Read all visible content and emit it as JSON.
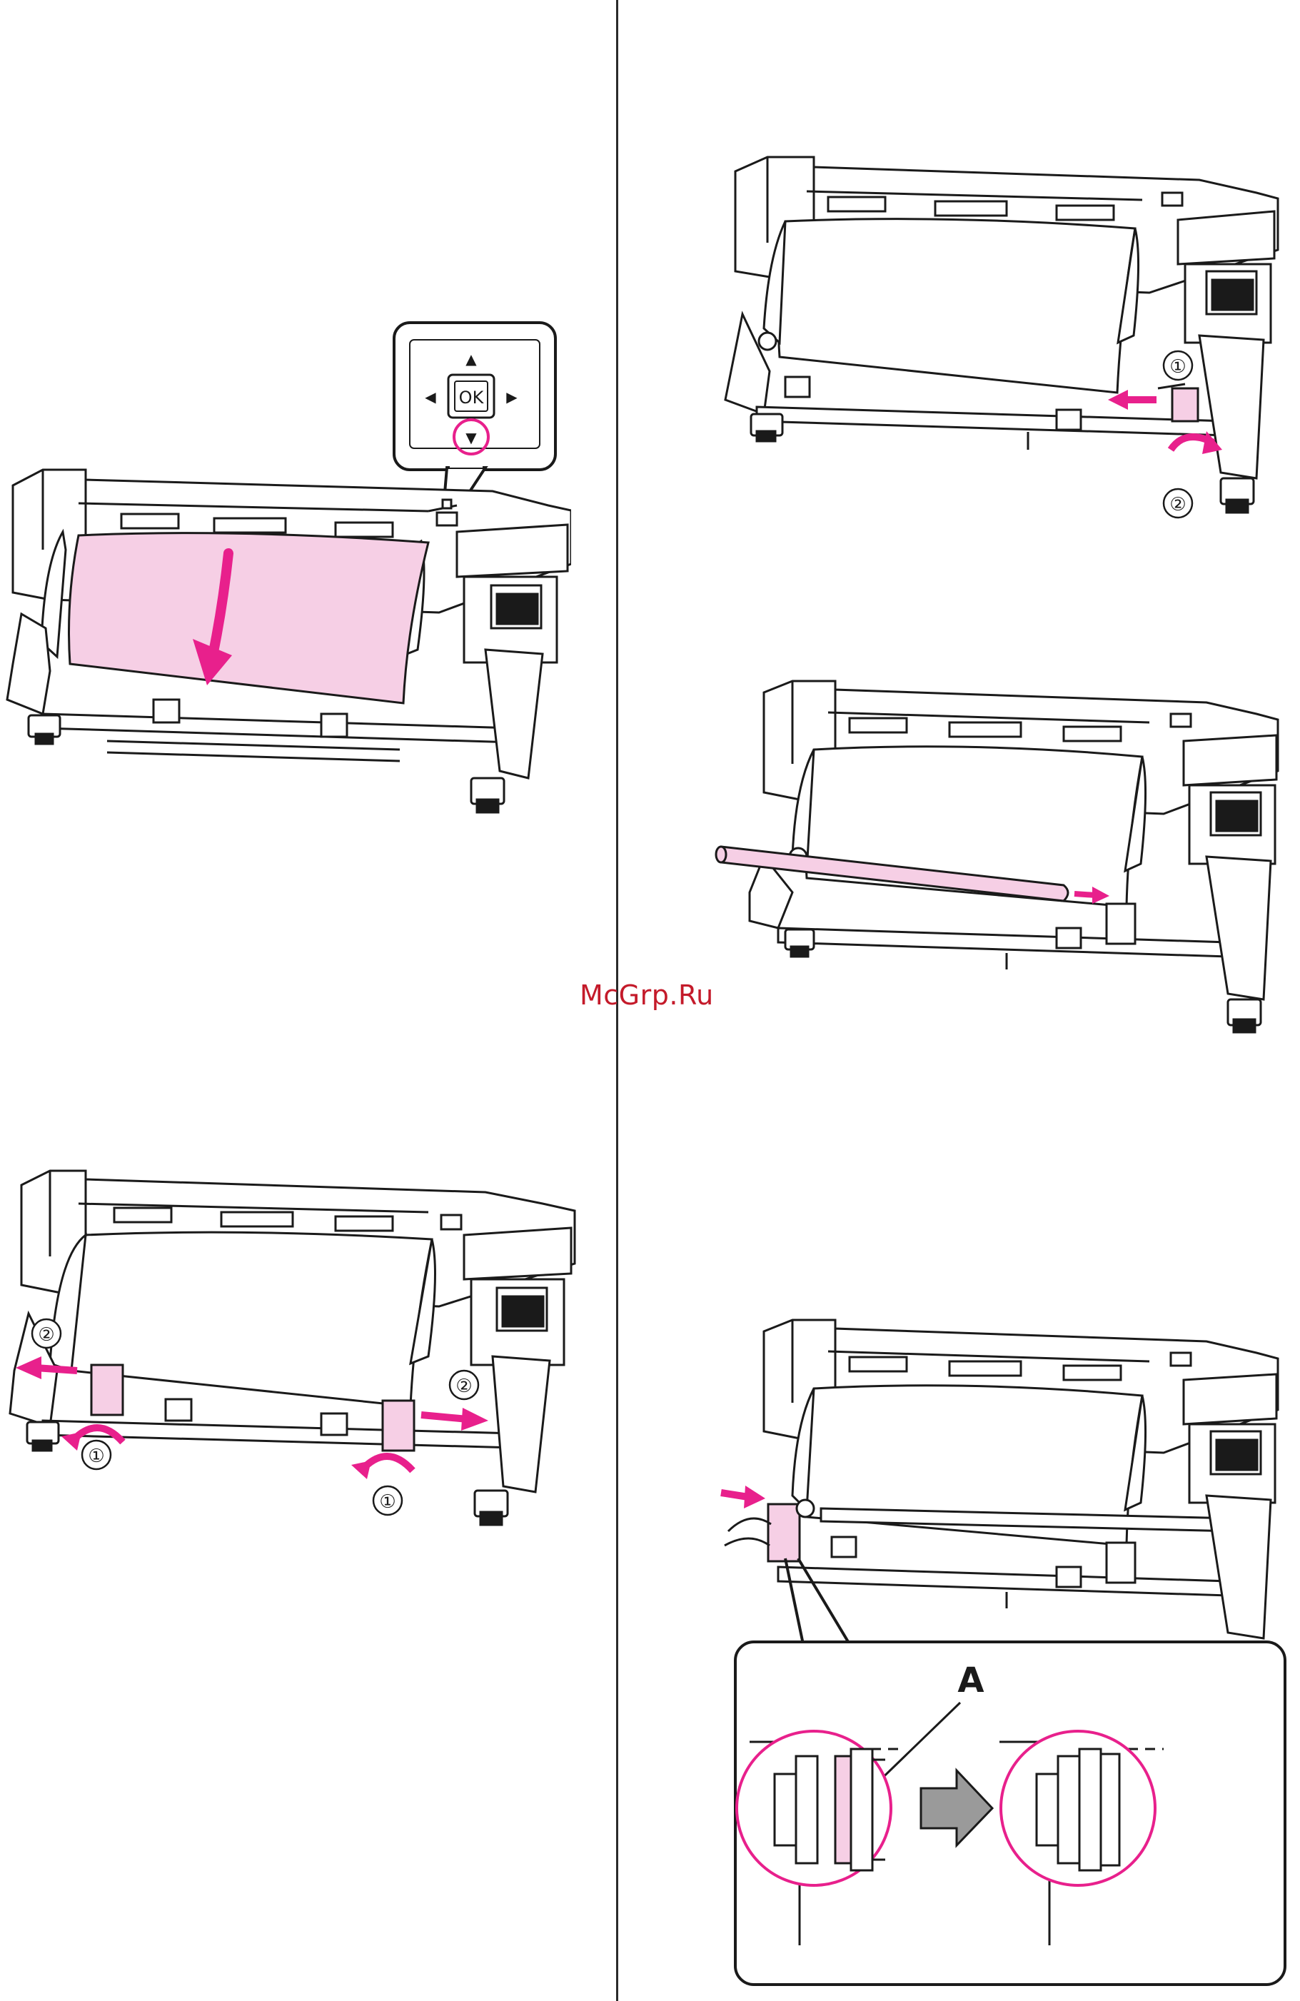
{
  "watermark": "McGrp.Ru",
  "colors": {
    "accent": "#e8208c",
    "paper_tint": "#f6cfe5",
    "line": "#1a1a1a",
    "watermark": "#c41a2a"
  },
  "panel": {
    "up_arrow": "▲",
    "down_arrow": "▼",
    "left_arrow": "◀",
    "right_arrow": "▶",
    "ok_label": "OK"
  },
  "figures": {
    "fig_right_top": {
      "step1": "①",
      "step2": "②"
    },
    "fig_left_bottom": {
      "left_step2": "②",
      "left_step1": "①",
      "right_step2": "②",
      "right_step1": "①"
    },
    "fig_detail": {
      "callout": "A"
    }
  }
}
